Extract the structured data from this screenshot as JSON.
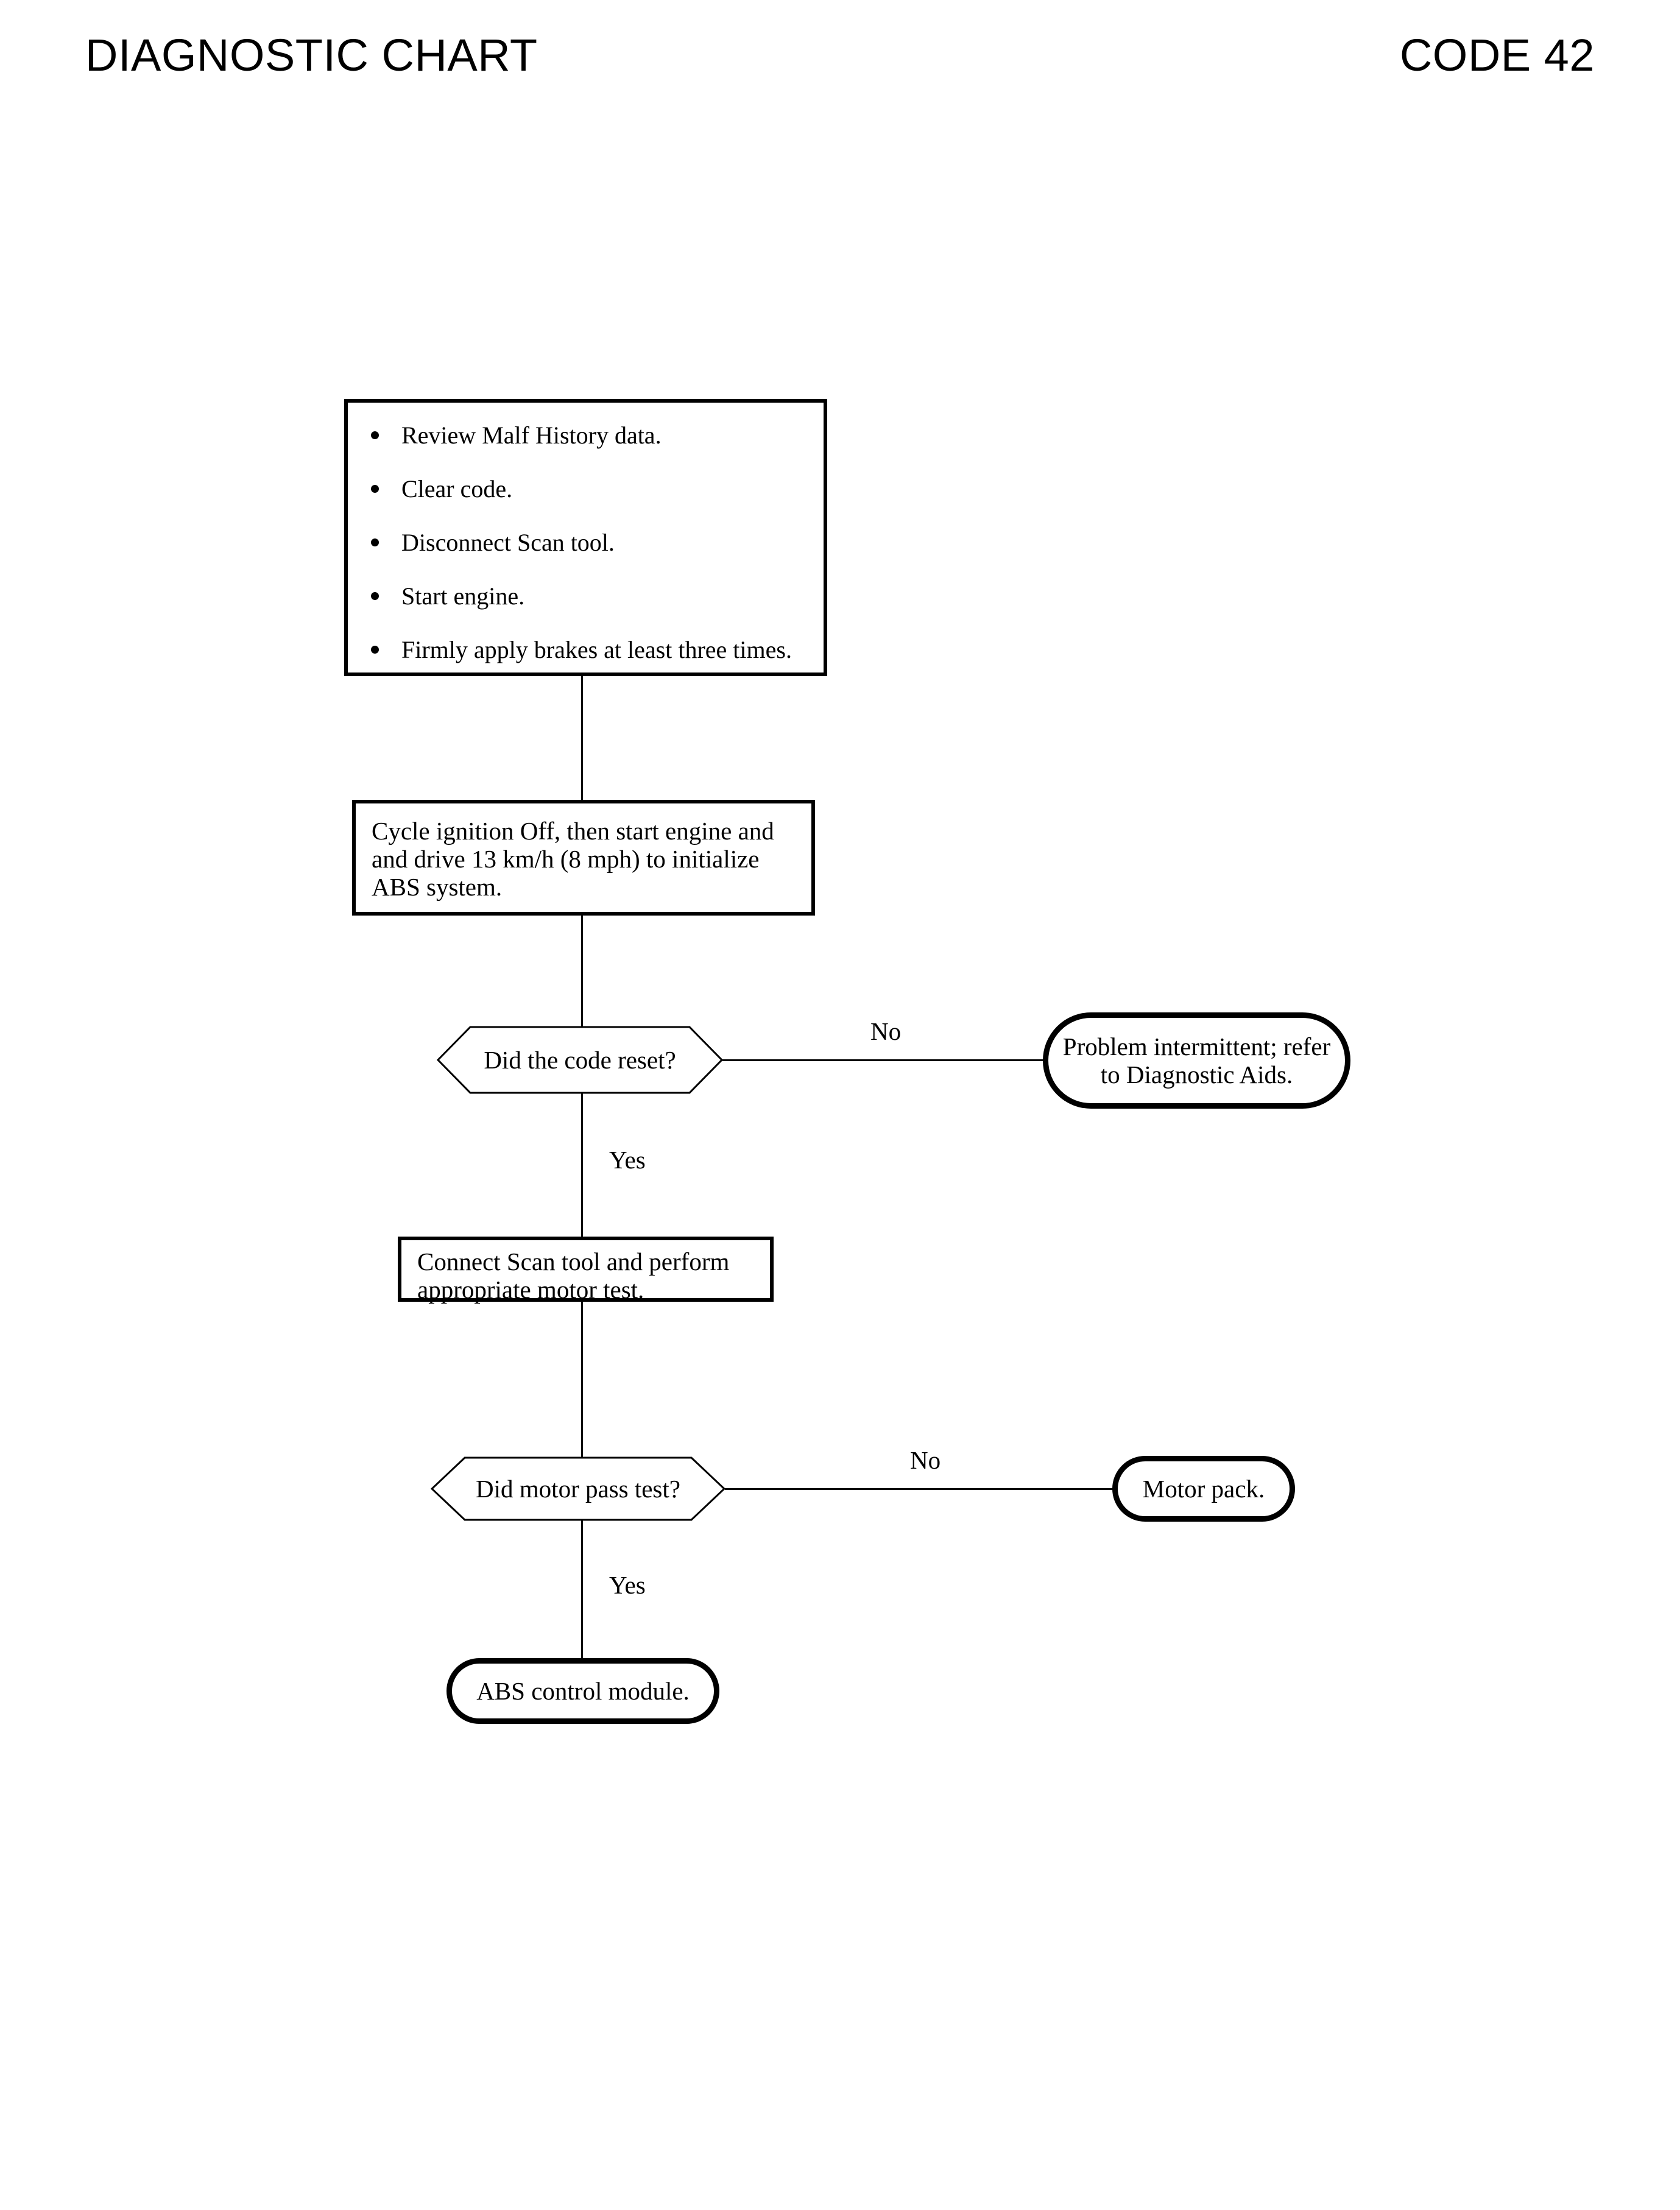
{
  "header": {
    "title": "DIAGNOSTIC CHART",
    "code": "CODE 42"
  },
  "flowchart": {
    "type": "diagnostic-flowchart",
    "nodes": [
      {
        "id": "step1",
        "shape": "process",
        "bullets": [
          "Review Malf History data.",
          "Clear code.",
          "Disconnect Scan tool.",
          "Start engine.",
          "Firmly apply brakes at least three times."
        ]
      },
      {
        "id": "step2",
        "shape": "process",
        "text": "Cycle ignition Off, then start engine and and drive 13 km/h (8 mph) to initialize ABS system."
      },
      {
        "id": "decision1",
        "shape": "decision",
        "text": "Did the code reset?"
      },
      {
        "id": "terminal1",
        "shape": "terminal",
        "text": "Problem intermittent; refer to Diagnostic Aids.",
        "line1": "Problem intermittent;",
        "line2": "refer to Diagnostic Aids."
      },
      {
        "id": "step3",
        "shape": "process",
        "text": "Connect Scan tool and perform appropriate motor test."
      },
      {
        "id": "decision2",
        "shape": "decision",
        "text": "Did motor pass test?"
      },
      {
        "id": "terminal2",
        "shape": "terminal",
        "text": "Motor pack."
      },
      {
        "id": "terminal3",
        "shape": "terminal",
        "text": "ABS control module."
      }
    ],
    "edges": [
      {
        "from": "decision1",
        "to": "terminal1",
        "label": "No"
      },
      {
        "from": "decision1",
        "to": "step3",
        "label": "Yes"
      },
      {
        "from": "decision2",
        "to": "terminal2",
        "label": "No"
      },
      {
        "from": "decision2",
        "to": "terminal3",
        "label": "Yes"
      }
    ],
    "edge_labels": {
      "no1": "No",
      "yes1": "Yes",
      "no2": "No",
      "yes2": "Yes"
    }
  },
  "colors": {
    "ink": "#000000",
    "paper": "#ffffff"
  }
}
